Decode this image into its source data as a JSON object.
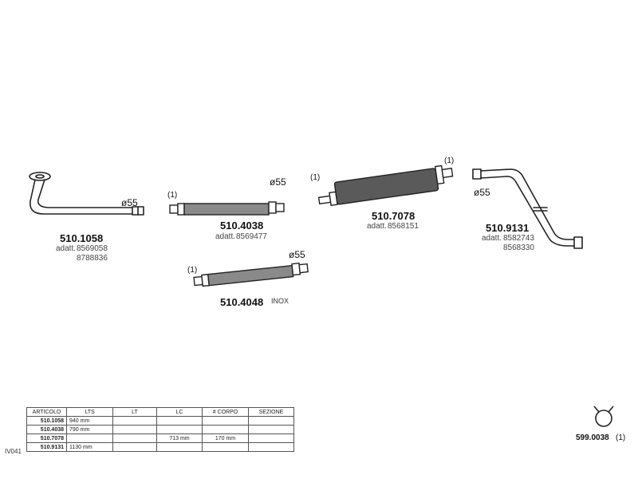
{
  "parts": [
    {
      "code": "510.1058",
      "adapt_label": "adatt.",
      "refs": [
        "8569058",
        "8788836"
      ],
      "diameter": "ø55"
    },
    {
      "code": "510.4038",
      "adapt_label": "adatt.",
      "refs": [
        "8569477"
      ],
      "diameter": "ø55",
      "qty": "(1)"
    },
    {
      "code": "510.4048",
      "note": "INOX",
      "diameter": "ø55",
      "qty": "(1)"
    },
    {
      "code": "510.7078",
      "adapt_label": "adatt.",
      "refs": [
        "8568151"
      ],
      "qty_left": "(1)",
      "qty_right": "(1)"
    },
    {
      "code": "510.9131",
      "adapt_label": "adatt.",
      "refs": [
        "8582743",
        "8568330"
      ],
      "diameter": "ø55"
    }
  ],
  "clamp": {
    "code": "599.0038",
    "qty": "(1)"
  },
  "side_code": "IV041",
  "table": {
    "headers": [
      "ARTICOLO",
      "LTS",
      "LT",
      "LC",
      "# CORPO",
      "SEZIONE"
    ],
    "rows": [
      [
        "510.1058",
        "940 mm",
        "",
        "",
        "",
        ""
      ],
      [
        "510.4038",
        "790 mm",
        "",
        "",
        "",
        ""
      ],
      [
        "510.7078",
        "",
        "",
        "713 mm",
        "170 mm",
        ""
      ],
      [
        "510.9131",
        "1130 mm",
        "",
        "",
        "",
        ""
      ]
    ]
  }
}
